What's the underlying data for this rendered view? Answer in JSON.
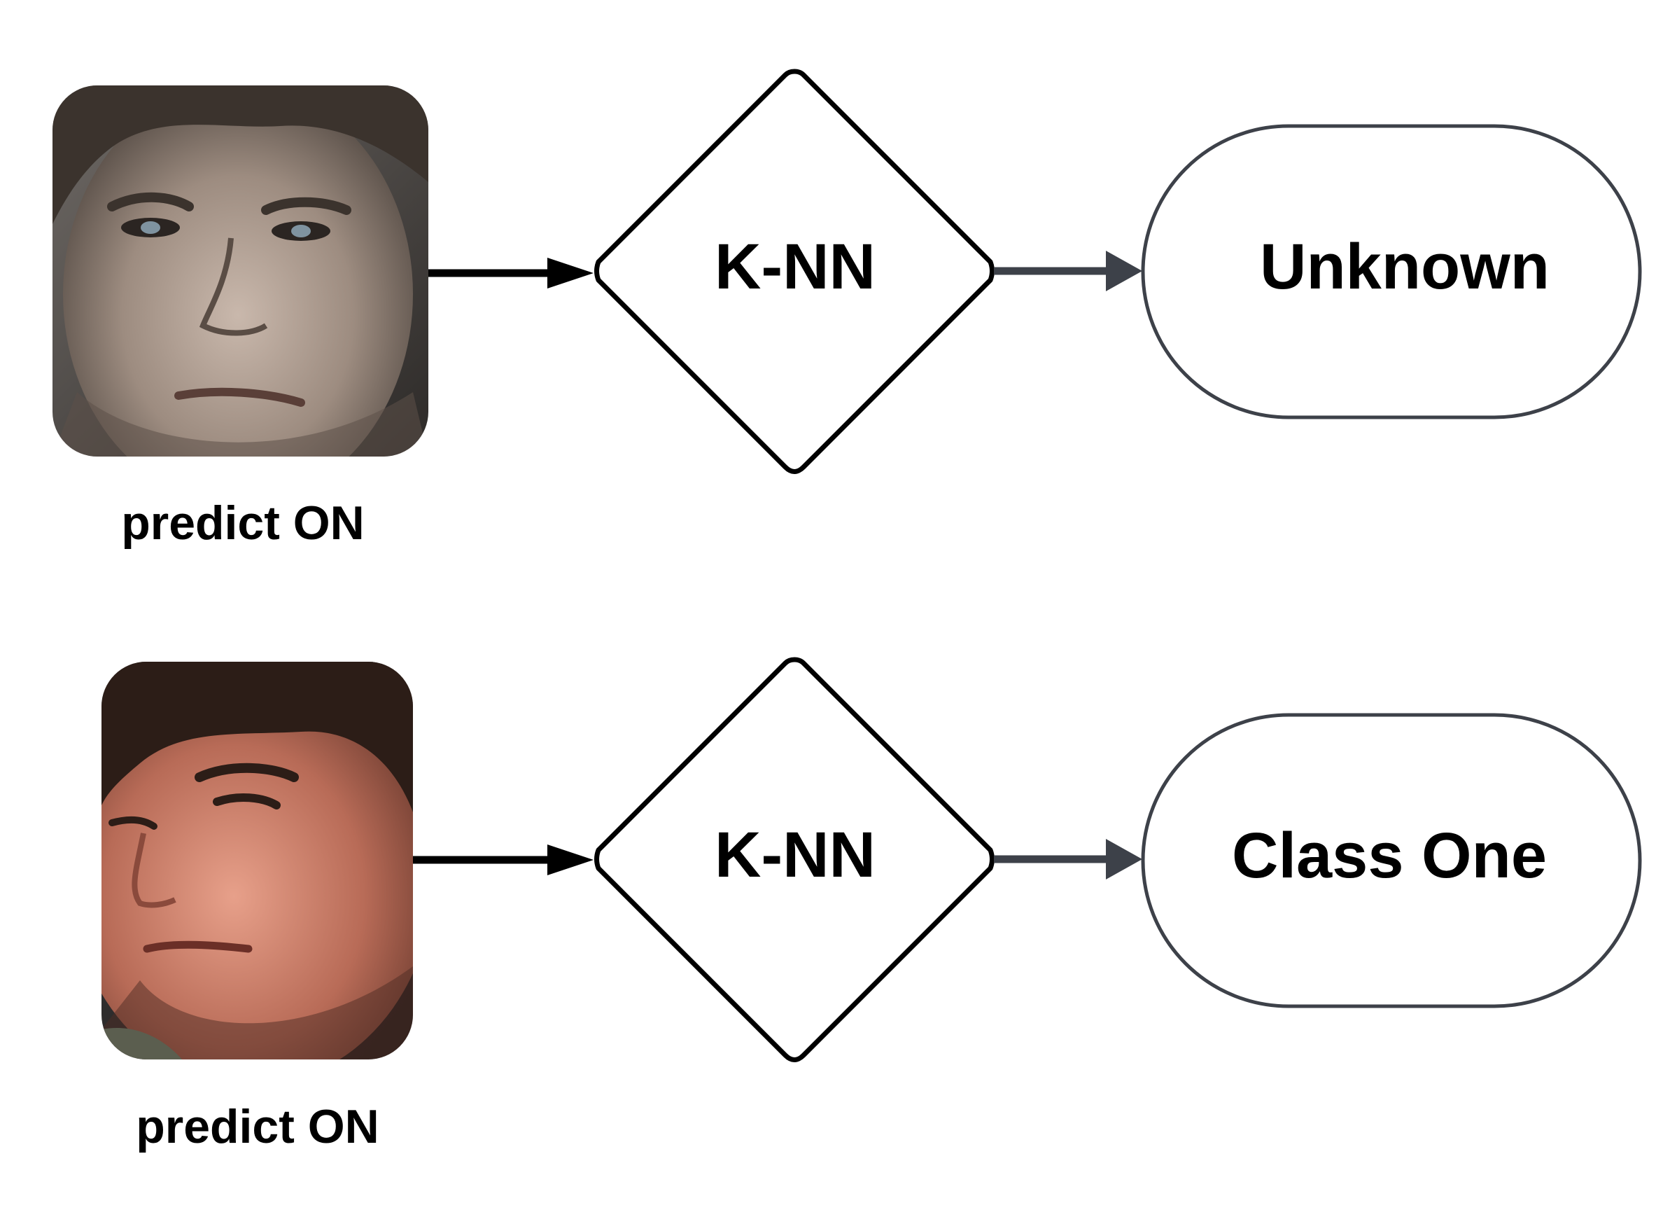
{
  "rows": [
    {
      "photo": {
        "icon": "face-photo-man-light-hair"
      },
      "caption": "predict ON",
      "model_label": "K-NN",
      "result_label": "Unknown"
    },
    {
      "photo": {
        "icon": "face-photo-man-dark-hair"
      },
      "caption": "predict ON",
      "model_label": "K-NN",
      "result_label": "Class One"
    }
  ],
  "colors": {
    "stroke_black": "#000000",
    "stroke_gray": "#3d4149",
    "background": "#ffffff"
  }
}
